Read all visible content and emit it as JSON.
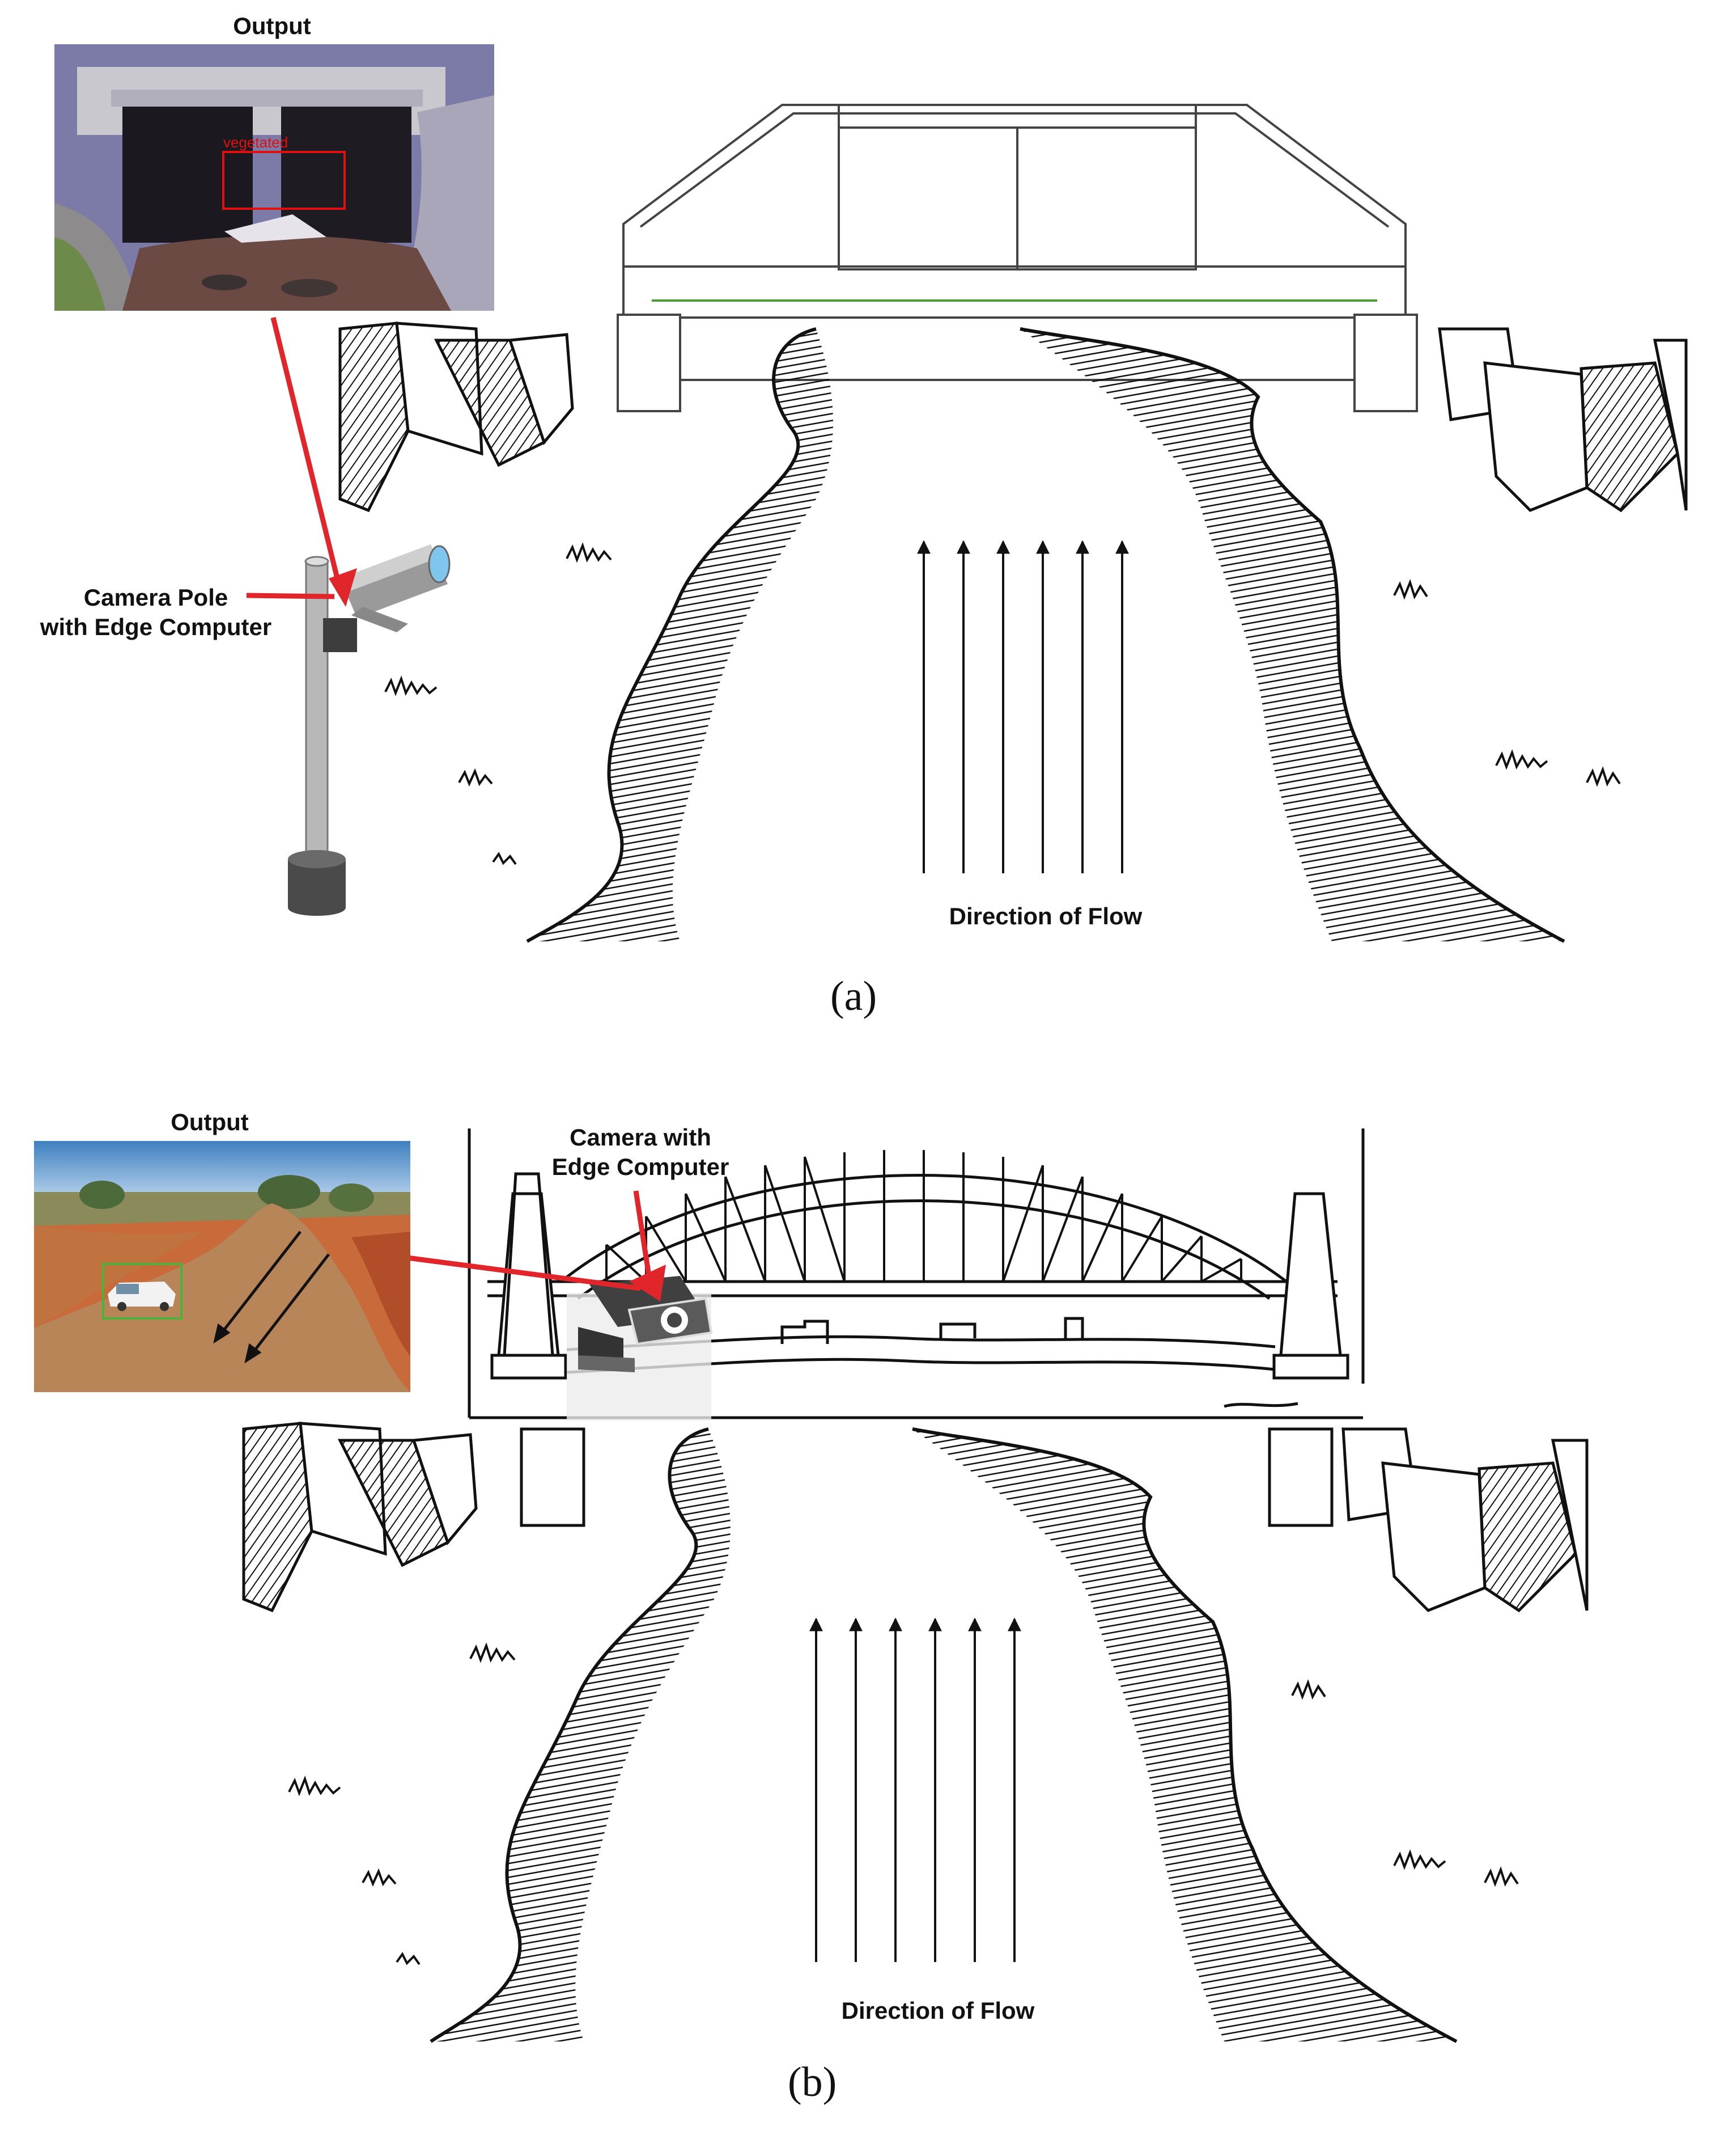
{
  "panel_a": {
    "output_label": "Output",
    "detection_label": "vegetated",
    "camera_label_line1": "Camera Pole",
    "camera_label_line2": "with Edge Computer",
    "flow_label": "Direction of Flow",
    "caption": "(a)"
  },
  "panel_b": {
    "output_label": "Output",
    "camera_label_line1": "Camera with",
    "camera_label_line2": "Edge Computer",
    "flow_label": "Direction of Flow",
    "caption": "(b)"
  },
  "colors": {
    "pointer_red": "#e0262a",
    "detection_red": "#e01010",
    "detection_green": "#49b33b",
    "ink": "#111111",
    "muddy_water": "#b78558",
    "sky_blue": "#5d93c6"
  }
}
